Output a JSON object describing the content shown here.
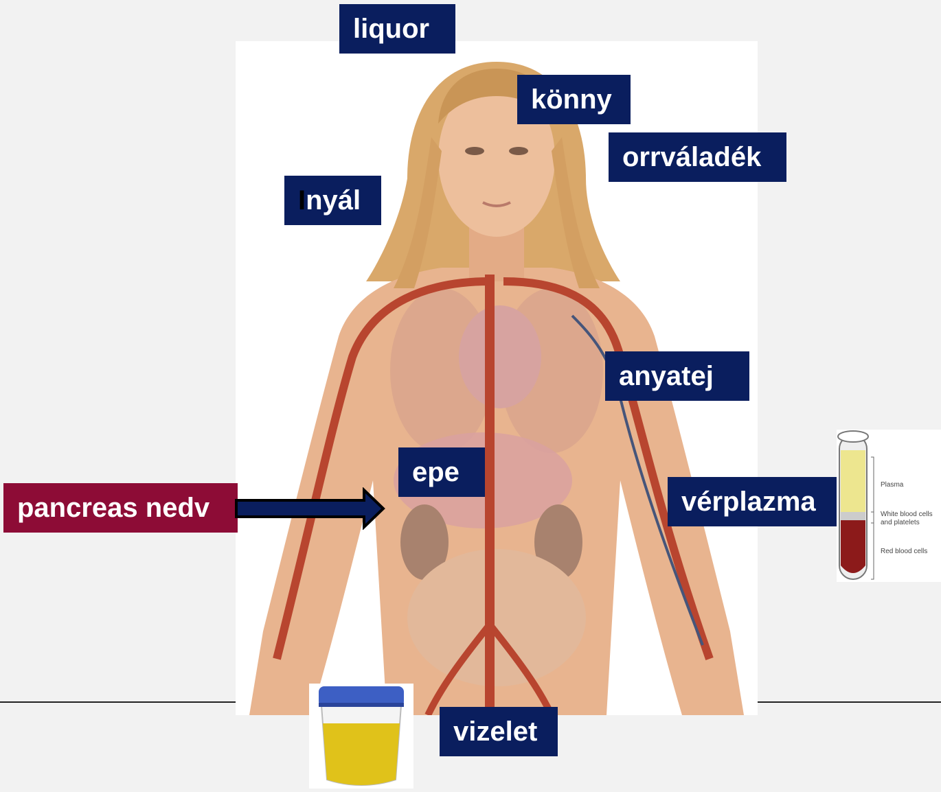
{
  "labels": {
    "liquor": "liquor",
    "konny": "könny",
    "orrvaladek": "orrváladék",
    "nyal_first": "I",
    "nyal_rest": "nyál",
    "anyatej": "anyatej",
    "epe": "epe",
    "pancreas": "pancreas nedv",
    "verplazma": "vérplazma",
    "vizelet": "vizelet"
  },
  "blood_tube": {
    "plasma": "Plasma",
    "white_cells": "White blood cells and platelets",
    "red_cells": "Red blood cells"
  },
  "colors": {
    "label_bg": "#0a1e5e",
    "accent_label_bg": "#8d0c36",
    "skin": "#e8b48f",
    "artery": "#b8452f"
  }
}
